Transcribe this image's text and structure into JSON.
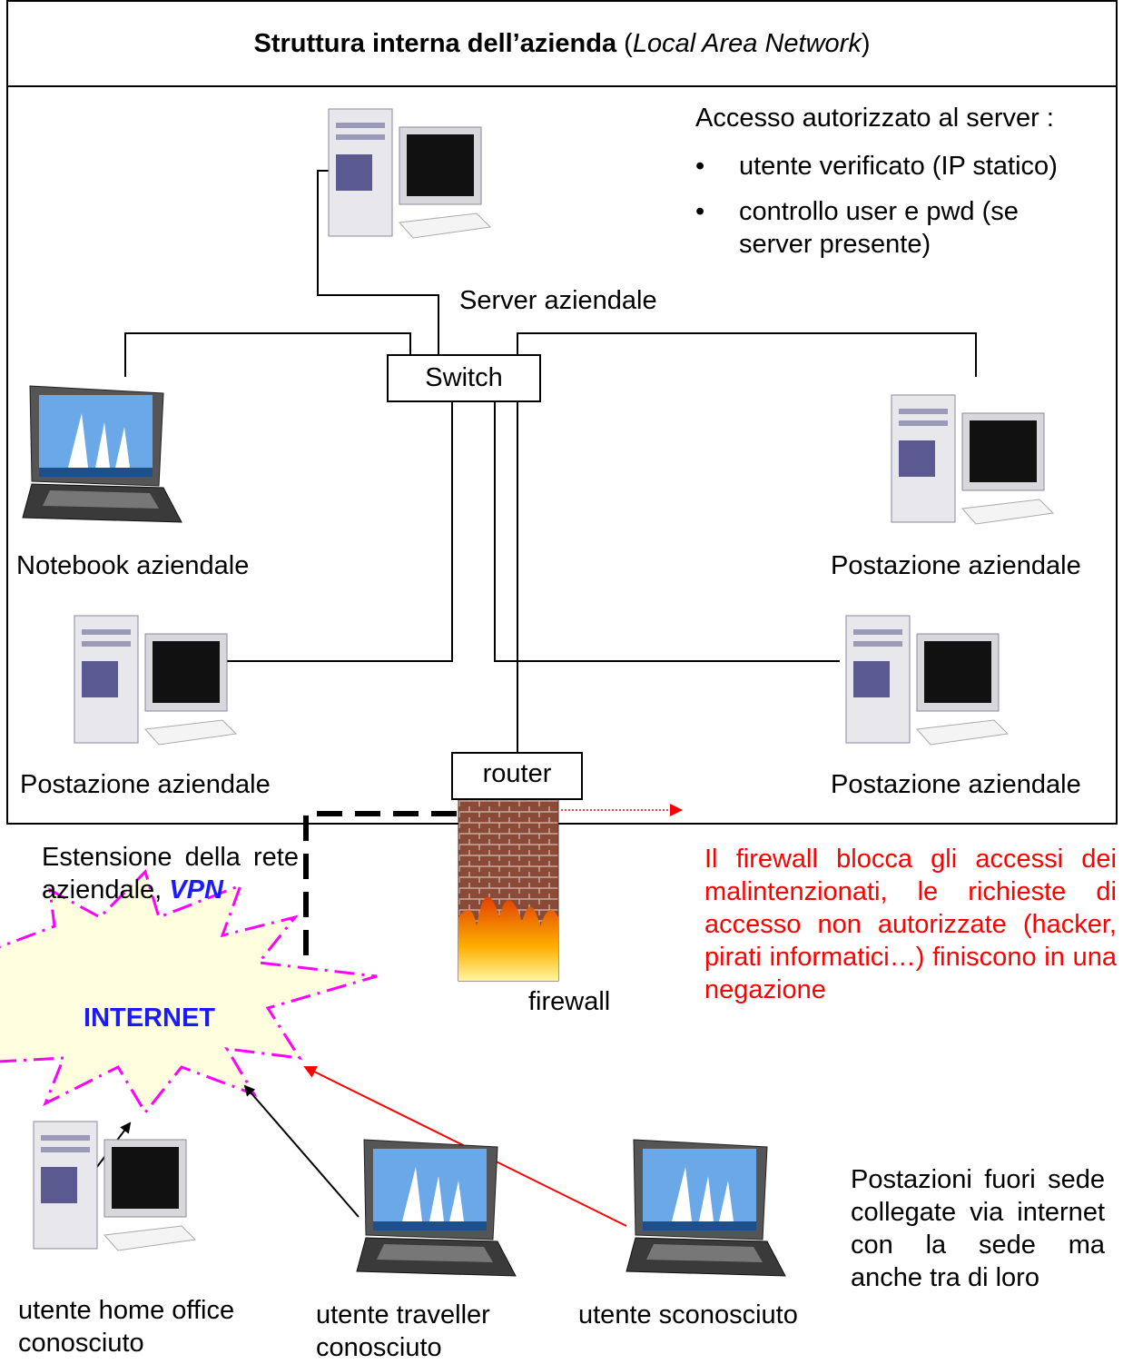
{
  "header": {
    "title_bold": "Struttura interna dell’azienda",
    "title_open": " (",
    "title_italic": "Local Area Network",
    "title_close": ")"
  },
  "access": {
    "heading": "Accesso autorizzato al server :",
    "bullets": [
      "utente verificato (IP statico)",
      "controllo user e pwd (se server presente)"
    ]
  },
  "nodes": {
    "server": "Server aziendale",
    "switch": "Switch",
    "router": "router",
    "notebook": "Notebook aziendale",
    "workstation_right_top": "Postazione aziendale",
    "workstation_left_bottom": "Postazione aziendale",
    "workstation_right_bottom": "Postazione aziendale",
    "firewall": "firewall"
  },
  "vpn": {
    "text": "Estensione della rete aziendale, ",
    "label": "VPN"
  },
  "internet": {
    "label": "INTERNET"
  },
  "firewall_note": "Il firewall blocca gli accessi dei malintenzionati, le richieste di accesso non autorizzate (hacker, pirati informatici…) finiscono in una negazione",
  "remote": {
    "note": "Postazioni fuori sede collegate via internet con la sede ma anche tra di loro",
    "home_office": "utente home office conosciuto",
    "traveller": "utente traveller conosciuto",
    "unknown": "utente sconosciuto"
  },
  "colors": {
    "wire": "#000000",
    "warning": "#ff0000",
    "vpn": "#1a1aff",
    "burst_fill": "#ffffe0",
    "burst_outline": "#ff00ff"
  },
  "icons": [
    "desktop-computer-icon",
    "laptop-icon",
    "firewall-brick-wall-icon",
    "internet-burst-icon"
  ]
}
